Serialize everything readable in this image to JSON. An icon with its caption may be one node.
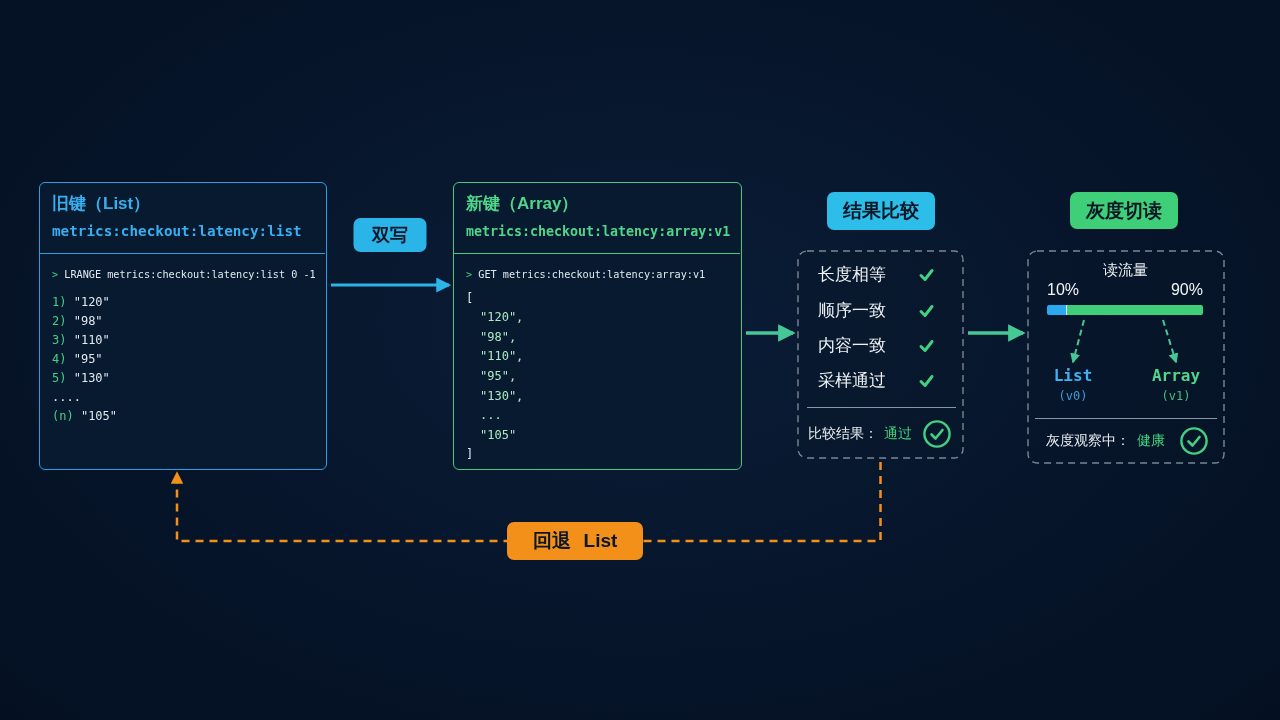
{
  "diagram": {
    "nodes": [
      {
        "text": [
          "旧键（List）",
          "metrics:checkout:latency:list",
          "> LRANGE metrics:checkout:latency:list 0 -1",
          "1) \"120\"",
          "2) \"98\"",
          "3) \"110\"",
          "4) \"95\"",
          "5) \"130\"",
          "....",
          "(n) \"105\""
        ]
      },
      {
        "text": [
          "新键（Array）",
          "metrics:checkout:latency:array:v1",
          "> GET metrics:checkout:latency:array:v1",
          "[",
          "\"120\",",
          "\"98\",",
          "\"110\",",
          "\"95\",",
          "\"130\",",
          "...",
          "\"105\"",
          "]"
        ]
      },
      {
        "text": [
          "结果比较"
        ]
      },
      {
        "text": [
          "长度相等",
          "顺序一致",
          "内容一致",
          "采样通过",
          "比较结果：",
          "通过"
        ]
      },
      {
        "text": [
          "灰度切读"
        ]
      },
      {
        "text": [
          "读流量",
          "10%",
          "90%",
          "灰度观察中：",
          "健康"
        ]
      },
      {
        "text": [
          "List",
          "(v0)"
        ],
        "in": 5
      },
      {
        "text": [
          "Array",
          "(v1)"
        ],
        "in": 5
      },
      {
        "text": [],
        "shape": "bar",
        "in": 5
      }
    ],
    "edges": [
      {
        "from": 0,
        "to": 1,
        "arrow": "to",
        "label": "双写",
        "color": "#2bb4e8"
      },
      {
        "from": 1,
        "to": 3,
        "arrow": "to"
      },
      {
        "from": 3,
        "to": 5,
        "arrow": "to"
      },
      {
        "from": 8,
        "to": 6,
        "arrow": "to",
        "style": "dashed"
      },
      {
        "from": 8,
        "to": 7,
        "arrow": "to",
        "style": "dashed"
      },
      {
        "from": 3,
        "to": 0,
        "arrow": "to",
        "label": "回退 List",
        "style": "dashed",
        "color": "#f39019"
      }
    ]
  }
}
